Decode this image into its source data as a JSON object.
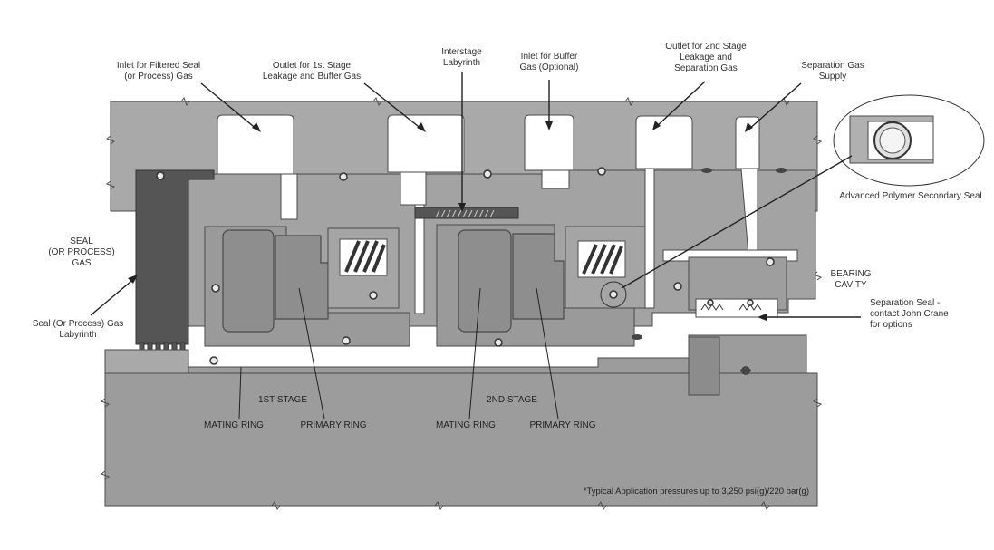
{
  "colors": {
    "housing": "#9c9c9c",
    "housing_light": "#a9a9a9",
    "housing_dark": "#838383",
    "ring": "#8e8e8e",
    "labyrinth": "#555555",
    "outline": "#4a4a4a",
    "cavity": "#ffffff",
    "label_text": "#333333",
    "leader": "#222222"
  },
  "callouts": {
    "inlet_filtered": "Inlet for Filtered Seal\n(or Process) Gas",
    "outlet_1st": "Outlet for 1st Stage\nLeakage and Buffer Gas",
    "interstage": "Interstage\nLabyrinth",
    "inlet_buffer": "Inlet for Buffer\nGas (Optional)",
    "outlet_2nd": "Outlet for 2nd Stage\nLeakage and\nSeparation Gas",
    "separation_supply": "Separation Gas\nSupply",
    "polymer_seal": "Advanced Polymer Secondary Seal",
    "seal_gas": "SEAL\n(OR PROCESS)\nGAS",
    "seal_labyrinth": "Seal (Or Process) Gas\nLabyrinth",
    "bearing_cavity": "BEARING\nCAVITY",
    "separation_seal": "Separation Seal -\ncontact John Crane\nfor options"
  },
  "stage_labels": {
    "stage1": "1ST STAGE",
    "stage2": "2ND STAGE",
    "mating1": "MATING RING",
    "primary1": "PRIMARY RING",
    "mating2": "MATING RING",
    "primary2": "PRIMARY RING"
  },
  "footnote": "*Typical Application pressures up to 3,250 psi(g)/220 bar(g)"
}
